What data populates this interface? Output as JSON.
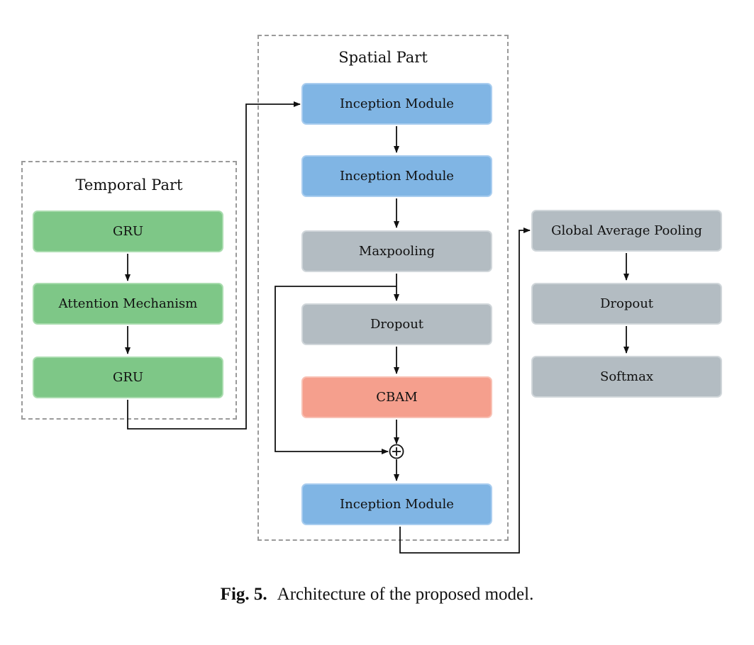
{
  "groups": {
    "temporal": "Temporal Part",
    "spatial": "Spatial Part"
  },
  "temporal_blocks": {
    "gru1": "GRU",
    "attention": "Attention Mechanism",
    "gru2": "GRU"
  },
  "spatial_blocks": {
    "inception1": "Inception Module",
    "inception2": "Inception Module",
    "maxpool": "Maxpooling",
    "dropout": "Dropout",
    "cbam": "CBAM",
    "inception3": "Inception Module"
  },
  "head_blocks": {
    "gap": "Global Average Pooling",
    "dropout": "Dropout",
    "softmax": "Softmax"
  },
  "caption": {
    "label": "Fig. 5.",
    "text": "Architecture of the proposed model."
  },
  "colors": {
    "temporal_block": "#7ec787",
    "inception_block": "#80b5e4",
    "neutral_block": "#b3bcc2",
    "attention_block": "#f59f8d",
    "group_border": "#9a9a9a"
  }
}
